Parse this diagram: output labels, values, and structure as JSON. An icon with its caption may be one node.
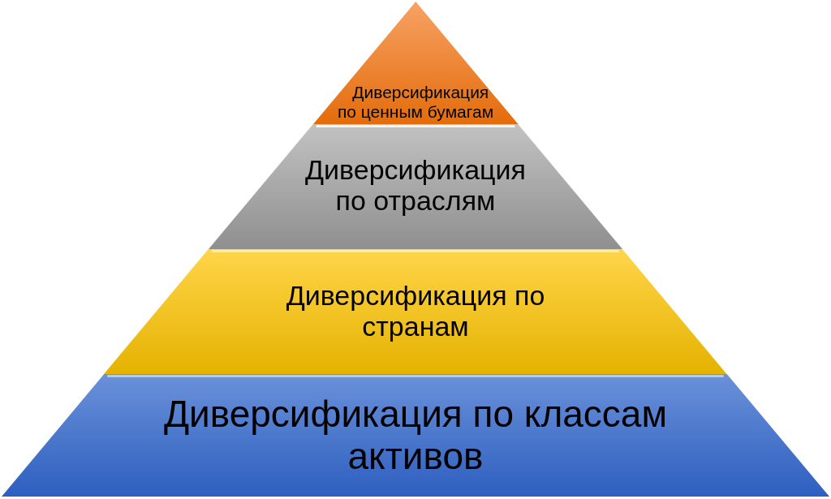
{
  "diagram": {
    "nodes": [
      {
        "text": [
          "Диверсификация по ценным бумагам"
        ]
      },
      {
        "text": [
          "Диверсификация по отраслям"
        ]
      },
      {
        "text": [
          "Диверсификация по странам"
        ]
      },
      {
        "text": [
          "Диверсификация по классам активов"
        ]
      }
    ]
  }
}
